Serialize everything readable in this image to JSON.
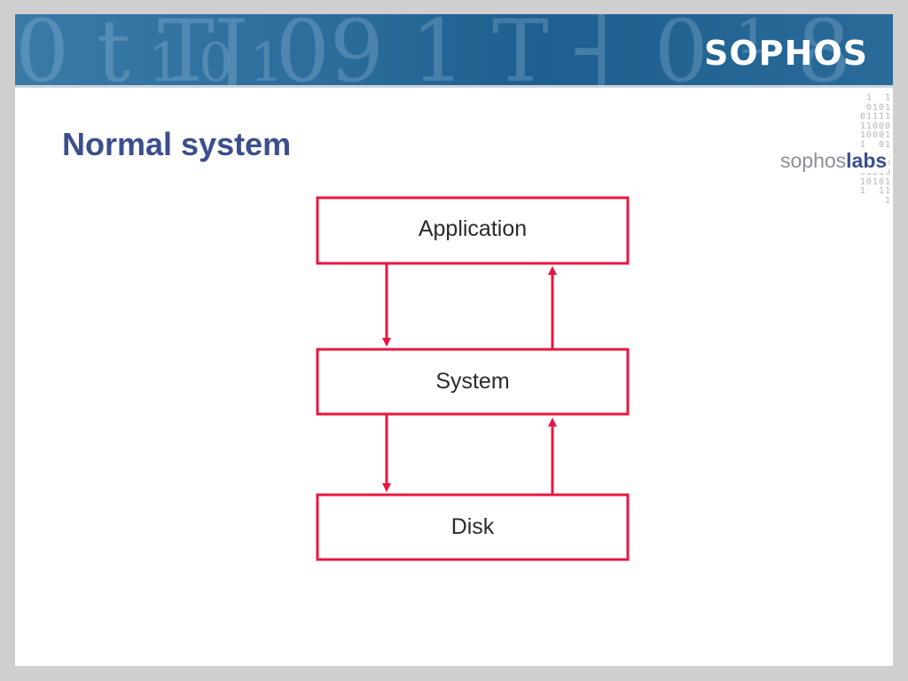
{
  "header": {
    "brand": "SOPHOS",
    "accent_color": "#2a6a98"
  },
  "slide": {
    "title": "Normal system",
    "title_color": "#3b4f8c"
  },
  "labs_logo": {
    "prefix": "sophos",
    "suffix": "labs",
    "binary_rows": [
      "1  1",
      "0101",
      "01111",
      "11000",
      "10001",
      "1  01",
      "11001",
      "01010",
      "01010",
      "10101",
      "1  11",
      "1"
    ]
  },
  "diagram": {
    "stroke_color": "#e8173f",
    "nodes": [
      {
        "label": "Application"
      },
      {
        "label": "System"
      },
      {
        "label": "Disk"
      }
    ]
  }
}
